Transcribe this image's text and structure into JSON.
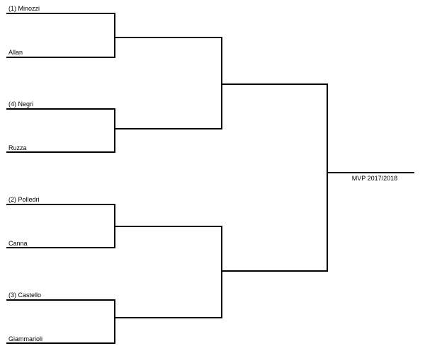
{
  "bracket": {
    "final_label": "MVP 2017/2018",
    "entrants": [
      {
        "label": "(1) Minozzi"
      },
      {
        "label": "Allan"
      },
      {
        "label": "(4) Negri"
      },
      {
        "label": "Ruzza"
      },
      {
        "label": "(2) Polledri"
      },
      {
        "label": "Canna"
      },
      {
        "label": "(3) Castello"
      },
      {
        "label": "Giammarioli"
      }
    ]
  },
  "colors": {
    "line": "#000000",
    "background": "#ffffff"
  }
}
